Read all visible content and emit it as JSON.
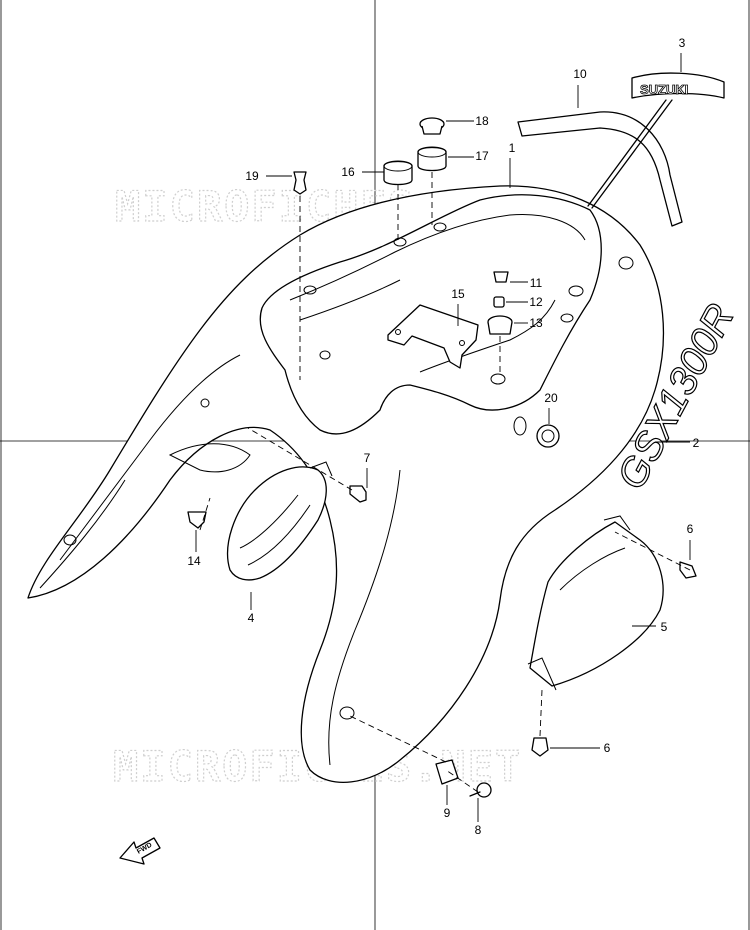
{
  "watermark": {
    "text": "MICROFICHES.NET"
  },
  "emblem": {
    "brand": "SUZUKI",
    "model": "GSX1300R"
  },
  "direction_marker": {
    "label": "FWD"
  },
  "parts": [
    {
      "number": "1"
    },
    {
      "number": "2"
    },
    {
      "number": "3"
    },
    {
      "number": "4"
    },
    {
      "number": "5"
    },
    {
      "number": "6"
    },
    {
      "number": "6"
    },
    {
      "number": "7"
    },
    {
      "number": "8"
    },
    {
      "number": "9"
    },
    {
      "number": "10"
    },
    {
      "number": "11"
    },
    {
      "number": "12"
    },
    {
      "number": "13"
    },
    {
      "number": "14"
    },
    {
      "number": "15"
    },
    {
      "number": "16"
    },
    {
      "number": "17"
    },
    {
      "number": "18"
    },
    {
      "number": "19"
    },
    {
      "number": "20"
    }
  ]
}
